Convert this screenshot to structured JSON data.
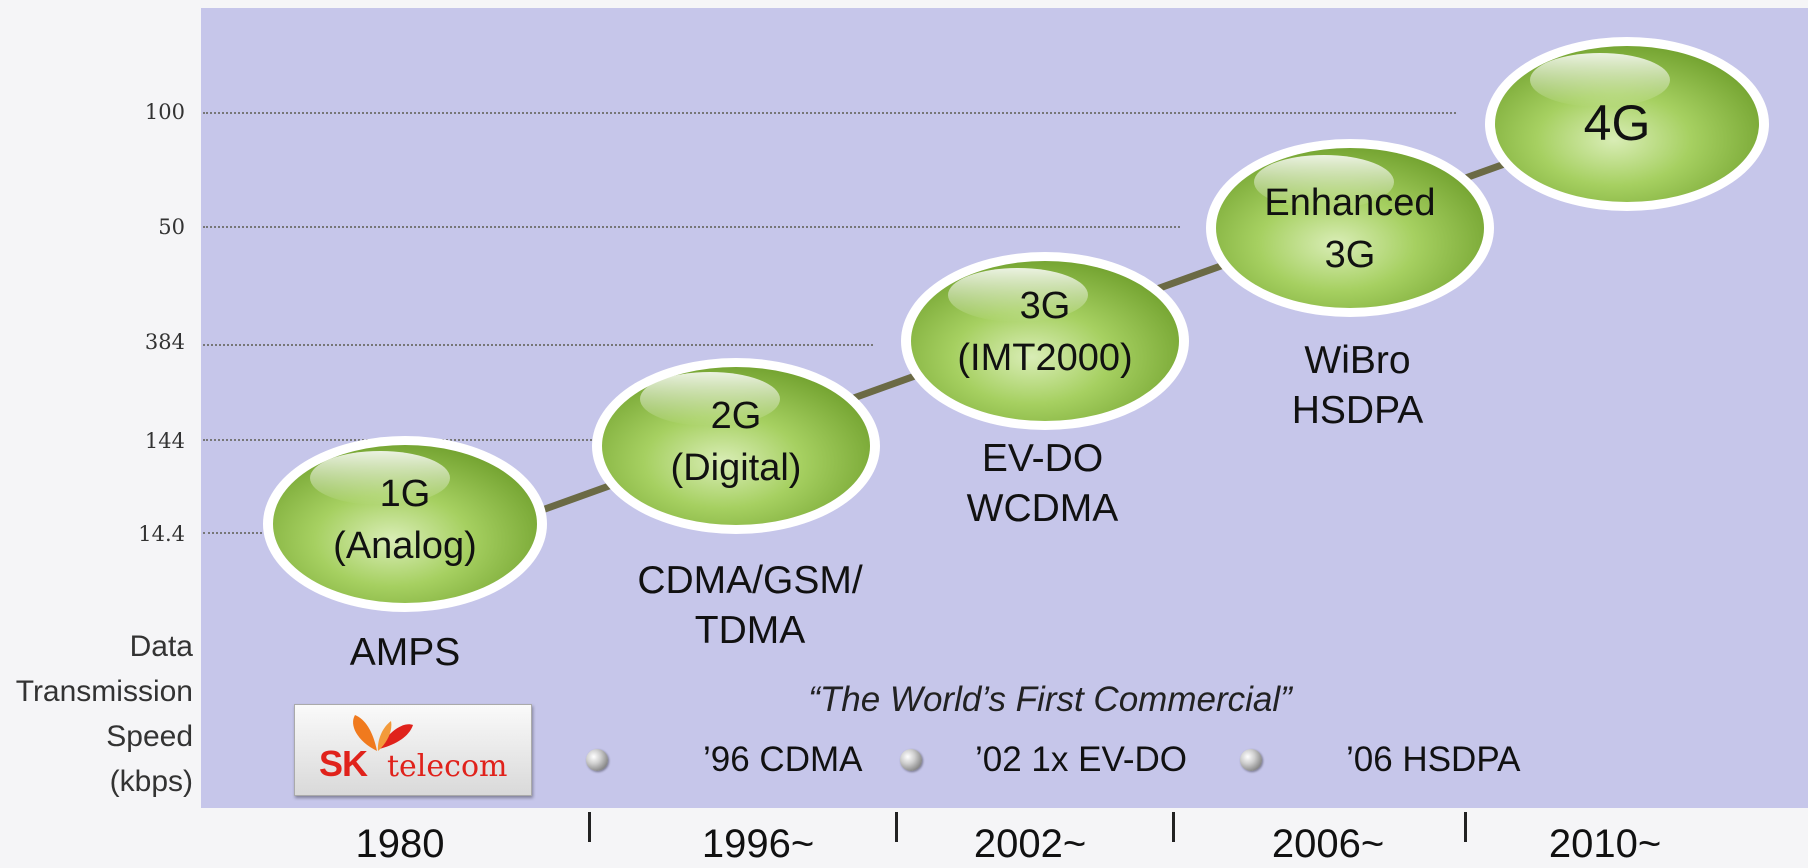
{
  "y_axis": {
    "ticks": [
      "100",
      "50",
      "384",
      "144",
      "14.4"
    ],
    "title_lines": [
      "Data",
      "Transmission",
      "Speed",
      "(kbps)"
    ]
  },
  "generations": [
    {
      "lines": [
        "1G",
        "(Analog)"
      ],
      "technology": [
        "AMPS"
      ]
    },
    {
      "lines": [
        "2G",
        "(Digital)"
      ],
      "technology": [
        "CDMA/GSM/",
        "TDMA"
      ]
    },
    {
      "lines": [
        "3G",
        "(IMT2000)"
      ],
      "technology": [
        "EV-DO",
        "WCDMA"
      ]
    },
    {
      "lines": [
        "Enhanced",
        "3G"
      ],
      "technology": [
        "WiBro",
        "HSDPA"
      ]
    },
    {
      "lines": [
        "4G"
      ],
      "technology": []
    }
  ],
  "firsts": {
    "title": "“The World’s First Commercial”",
    "items": [
      "’96 CDMA",
      "’02 1x EV-DO",
      "’06 HSDPA"
    ]
  },
  "timeline": [
    "1980",
    "1996~",
    "2002~",
    "2006~",
    "2010~"
  ],
  "logo": {
    "text_sk": "SK",
    "text_telecom": "telecom"
  },
  "colors": {
    "panel": "#c6c6ea",
    "bubble": "#9ccb5a",
    "trend_line": "#6b6a45",
    "logo_red": "#e0221b"
  }
}
